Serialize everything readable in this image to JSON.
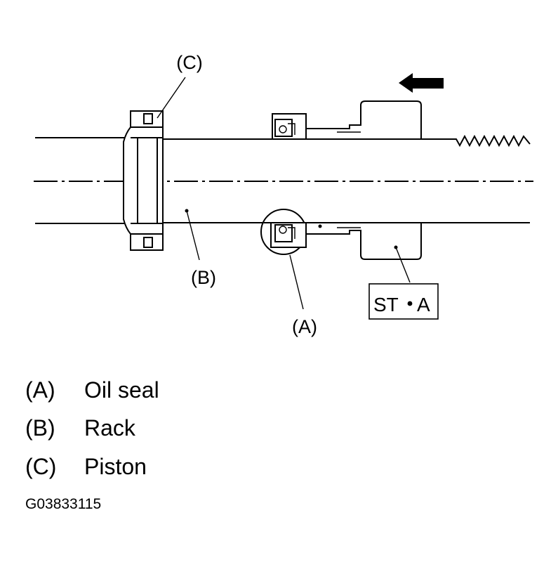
{
  "diagram": {
    "callouts": {
      "piston": "(C)",
      "rack": "(B)",
      "oil_seal": "(A)"
    },
    "tool_label": {
      "text": "ST",
      "suffix": "A"
    },
    "legend": [
      {
        "code": "(A)",
        "name": "Oil seal"
      },
      {
        "code": "(B)",
        "name": "Rack"
      },
      {
        "code": "(C)",
        "name": "Piston"
      }
    ],
    "figure_id": "G03833115",
    "icons": {
      "direction_arrow": "arrow-left-icon"
    }
  }
}
